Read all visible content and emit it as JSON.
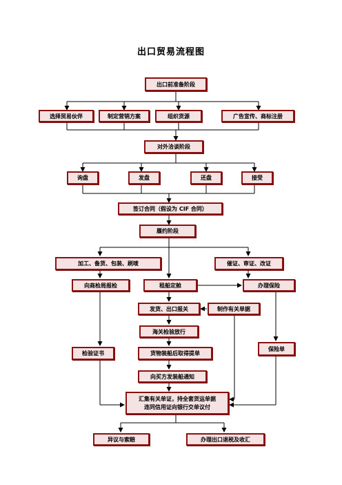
{
  "title": "出口贸易流程图",
  "nodes": {
    "prep": "出口前准备阶段",
    "partner": "选择贸易伙伴",
    "marketing": "制定营销方案",
    "sourcing": "组织货源",
    "advert": "广告宣传、商标注册",
    "negotiation": "对外洽谈阶段",
    "inquiry": "询盘",
    "offer": "发盘",
    "counter": "还盘",
    "accept": "接受",
    "contract": "签订合同（假设为 CIF 合同）",
    "perform": "履约阶段",
    "processing": "加工、备货、包装、刷唛",
    "lc": "催证、审证、改证",
    "inspect_apply": "向商检局报检",
    "shipping": "租船定舱",
    "insurance": "办理保险",
    "customs": "发货、出口报关",
    "documents": "制作有关单据",
    "release": "海关检验放行",
    "cert": "检验证书",
    "bl": "货物装船后取得提单",
    "policy": "保险单",
    "notice": "向买方发装船通知",
    "collect_1": "汇集有关单证，持全套货运单据",
    "collect_2": "连同信用证向银行交单议付",
    "claims": "异议与索赔",
    "tax": "办理出口退税及收汇"
  }
}
